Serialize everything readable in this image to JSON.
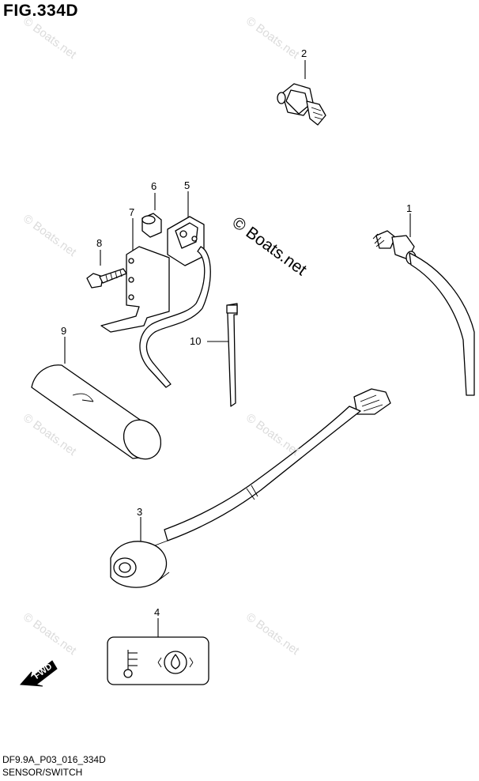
{
  "figure": {
    "title": "FIG.334D",
    "code": "DF9.9A_P03_016_334D",
    "name": "SENSOR/SWITCH",
    "watermark_main": "© Boats.net",
    "watermark_faint": "© Boats.net",
    "fwd_label": "FWD"
  },
  "callouts": [
    "1",
    "2",
    "3",
    "4",
    "5",
    "6",
    "7",
    "8",
    "9",
    "10"
  ],
  "icons": [
    "temperature-icon",
    "oil-pressure-icon",
    "fwd-arrow-icon"
  ]
}
